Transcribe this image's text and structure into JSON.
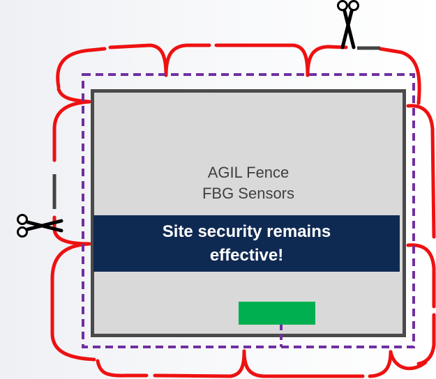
{
  "panel": {
    "title_line1": "AGIL Fence",
    "title_line2": "FBG Sensors"
  },
  "banner": {
    "line1": "Site security remains",
    "line2": "effective!"
  },
  "colors": {
    "fence": "#ee1111",
    "sensor_boundary": "#7030a0",
    "panel_fill": "#d9d9d9",
    "panel_border": "#4a4a4a",
    "banner_fill": "#0f2a52",
    "status_indicator": "#00b050"
  },
  "icons": [
    "scissors-icon",
    "scissors-icon"
  ]
}
